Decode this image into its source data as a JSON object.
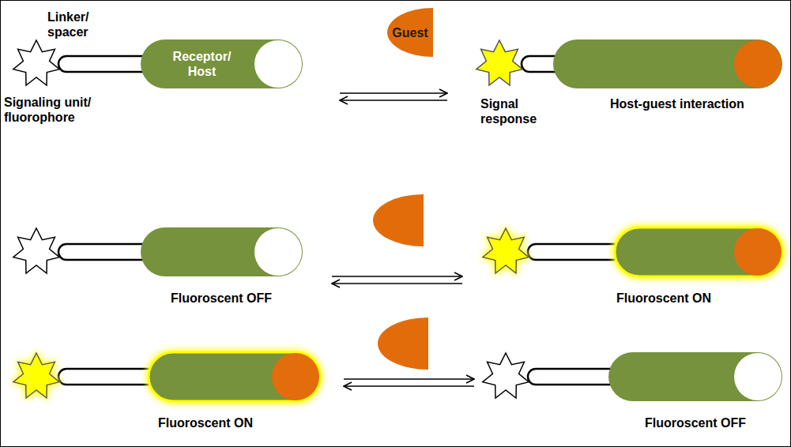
{
  "diagram": {
    "nodes": [
      {
        "text": [
          "Receptor/ Host"
        ]
      },
      {
        "text": [
          "Guest"
        ]
      }
    ],
    "labels": [
      "Linker/ spacer",
      "Signaling unit/ fluorophore",
      "Signal response",
      "Host-guest interaction",
      "Fluoroscent OFF",
      "Fluoroscent ON",
      "Fluoroscent ON",
      "Fluoroscent OFF"
    ]
  }
}
